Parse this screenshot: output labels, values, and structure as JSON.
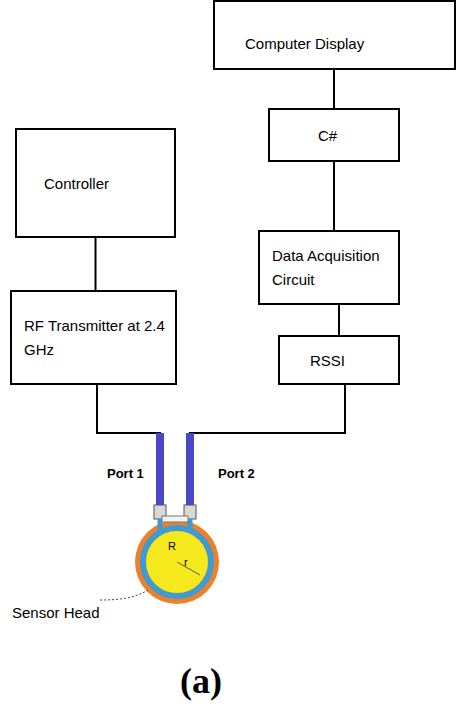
{
  "diagram": {
    "nodes": [
      {
        "text": [
          "Computer Display"
        ]
      },
      {
        "text": [
          "C#"
        ]
      },
      {
        "text": [
          "Controller"
        ]
      },
      {
        "text": [
          "Data Acquisition Circuit"
        ]
      },
      {
        "text": [
          "RF Transmitter at 2.4 GHz"
        ]
      },
      {
        "text": [
          "RSSI"
        ]
      }
    ],
    "edges": [
      {
        "from": 0,
        "to": 1,
        "arrow": "none"
      },
      {
        "from": 1,
        "to": 3,
        "arrow": "none"
      },
      {
        "from": 2,
        "to": 4,
        "arrow": "none"
      },
      {
        "from": 3,
        "to": 5,
        "arrow": "none"
      }
    ],
    "labels": [
      "Port 1",
      "Port 2",
      "R",
      "r",
      "Sensor Head",
      "(a)"
    ]
  }
}
